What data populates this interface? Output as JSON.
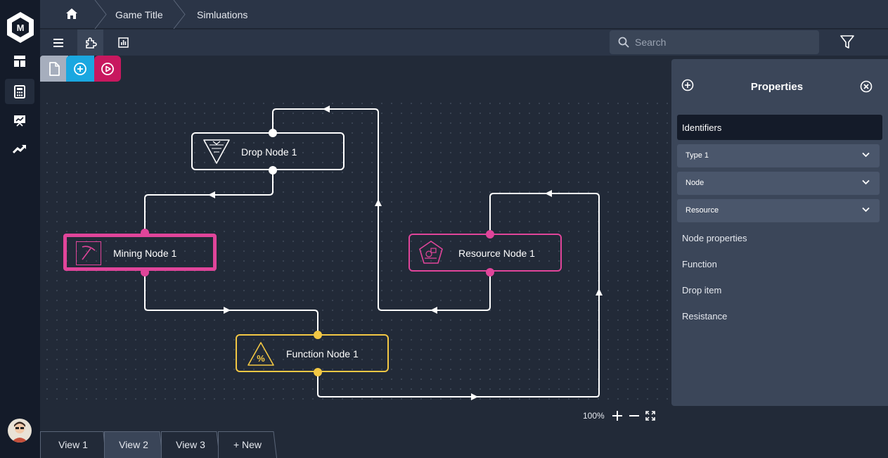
{
  "app": {
    "logo_letter": "M"
  },
  "breadcrumb": {
    "items": [
      "Game Title",
      "Simluations"
    ]
  },
  "search": {
    "placeholder": "Search"
  },
  "nodes": {
    "drop": "Drop Node 1",
    "mining": "Mining Node 1",
    "resource": "Resource Node 1",
    "function": "Function Node 1"
  },
  "zoom": {
    "level": "100%"
  },
  "tabs": [
    "View 1",
    "View 2",
    "View 3",
    "+ New"
  ],
  "properties": {
    "title": "Properties",
    "identifiers": "Identifiers",
    "dropdowns": [
      "Type 1",
      "Node",
      "Resource"
    ],
    "sections": [
      "Node properties",
      "Function",
      "Drop item",
      "Resistance"
    ]
  },
  "colors": {
    "mining": "#e0459a",
    "resource": "#e0459a",
    "function": "#f2c744",
    "drop": "#ffffff",
    "new_doc": "#a6aebd",
    "add": "#1aa7e0",
    "play": "#c8185f"
  },
  "icons": {
    "home": "home-icon",
    "list": "list-icon",
    "puzzle": "puzzle-icon",
    "chart": "chart-icon",
    "search": "search-icon",
    "filter": "filter-icon",
    "dashboard": "dashboard-icon",
    "calculator": "calculator-icon",
    "presentation": "presentation-icon",
    "trend": "trend-icon"
  }
}
